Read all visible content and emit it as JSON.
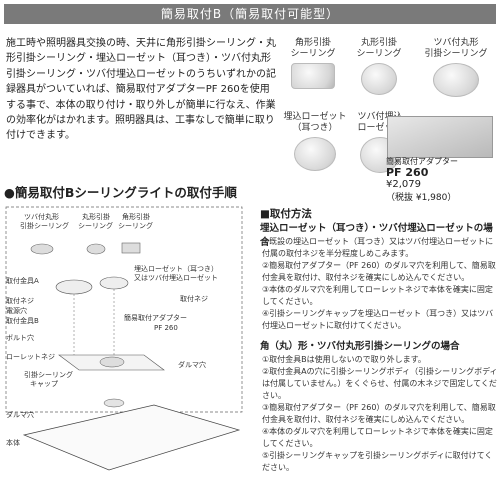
{
  "banner": "簡易取付B（簡易取付可能型）",
  "intro": "施工時や照明器具交換の時、天井に角形引掛シーリング・丸形引掛シーリング・埋込ローゼット（耳つき）・ツバ付丸形引掛シーリング・ツバ付埋込ローゼットのうちいずれかの記録器具がついていれば、簡易取付アダプターPF 260を使用する事で、本体の取り付け・取り外しが簡単に行なえ、作業の効率化がはかれます。照明器具は、工事なしで簡単に取り付けできます。",
  "products": [
    {
      "label": "角形引掛\nシーリング"
    },
    {
      "label": "丸形引掛\nシーリング"
    },
    {
      "label": "ツバ付丸形\n引掛シーリング"
    },
    {
      "label": "埋込ローゼット\n（耳つき）"
    },
    {
      "label": "ツバ付埋込\nローゼット"
    }
  ],
  "adapter": {
    "title": "簡易取付アダプター",
    "code": "PF 260",
    "price": "¥2,079",
    "tax": "（税抜 ¥1,980）"
  },
  "section_heading": "●簡易取付Bシーリングライトの取付手順",
  "diagram_labels": {
    "tsuba": "ツバ付丸形",
    "tsuba2": "引掛シーリング",
    "maru": "丸形引掛",
    "maru2": "シーリング",
    "kaku": "角形引掛",
    "kaku2": "シーリング",
    "bracketA": "取付金具A",
    "rosette": "埋込ローゼット（耳つき）",
    "rosette2": "又はツバ付埋込ローゼット",
    "screw": "取付ネジ",
    "power": "電源穴",
    "bracketB": "取付金具B",
    "adapter": "簡易取付アダプター",
    "adapter2": "PF 260",
    "bolt": "ボルト穴",
    "nut": "ローレットネジ",
    "dalma": "ダルマ穴",
    "cap": "引掛シーリング",
    "cap2": "キャップ",
    "dalma2": "ダルマ穴",
    "body": "本体"
  },
  "procedure": {
    "title": "■取付方法",
    "sub1": "埋込ローゼット（耳つき）・ツバ付埋込ローゼットの場合",
    "steps1": [
      "①既設の埋込ローゼット（耳つき）又はツバ付埋込ローゼットに付属の取付ネジを半分程度しめこみます。",
      "②簡易取付アダプター（PF 260）のダルマ穴を利用して、簡易取付金具を取付け、取付ネジを確実にしめ込んでください。",
      "③本体のダルマ穴を利用してローレットネジで本体を確実に固定してください。",
      "④引掛シーリングキャップを埋込ローゼット（耳つき）又はツバ付埋込ローゼットに取付けてください。"
    ],
    "sub2": "角（丸）形・ツバ付丸形引掛シーリングの場合",
    "steps2": [
      "①取付金具Bは使用しないので取り外します。",
      "②取付金具Aの穴に引掛シーリングボディ（引掛シーリングボディは付属していません。）をくぐらせ、付属の木ネジで固定してください。",
      "③簡易取付アダプター（PF 260）のダルマ穴を利用して、簡易取付金具を取付け、取付ネジを確実にしめ込んでください。",
      "④本体のダルマ穴を利用してローレットネジで本体を確実に固定してください。",
      "⑤引掛シーリングキャップを引掛シーリングボディに取付けてください。"
    ]
  }
}
